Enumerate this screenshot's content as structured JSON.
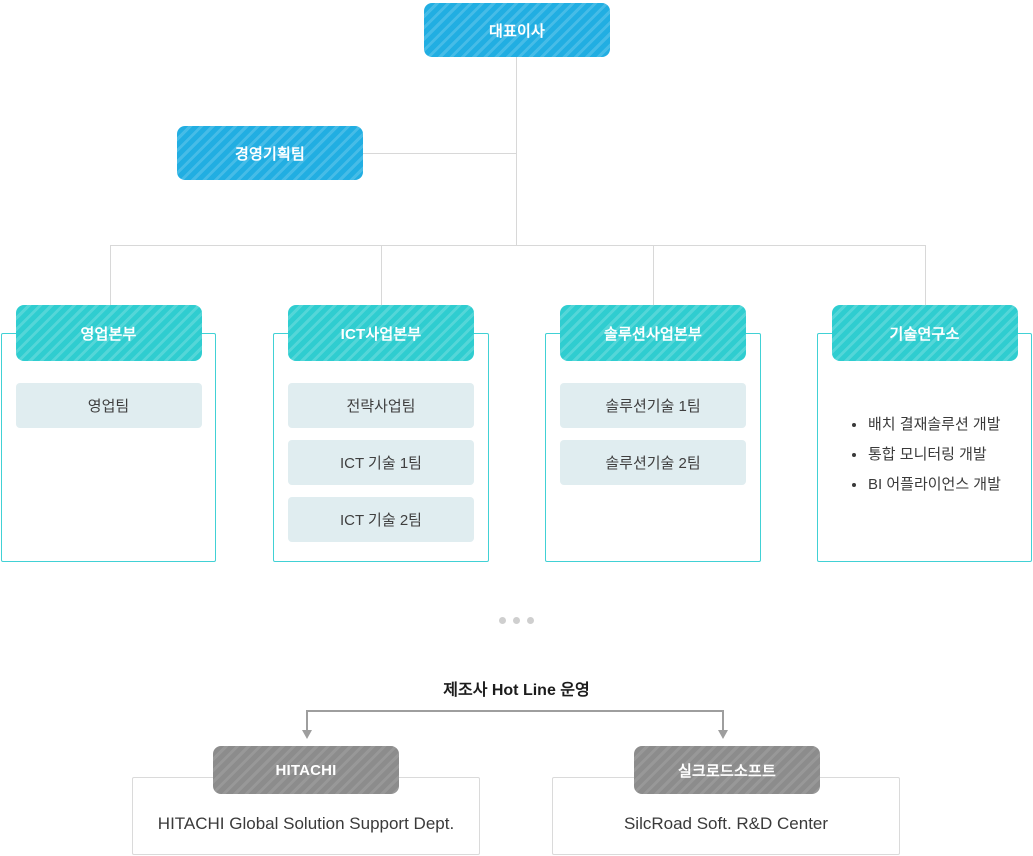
{
  "org": {
    "ceo": "대표이사",
    "staff": "경영기획팀",
    "divisions": [
      {
        "name": "영업본부",
        "teams": [
          "영업팀"
        ]
      },
      {
        "name": "ICT사업본부",
        "teams": [
          "전략사업팀",
          "ICT 기술 1팀",
          "ICT 기술 2팀"
        ]
      },
      {
        "name": "솔루션사업본부",
        "teams": [
          "솔루션기술 1팀",
          "솔루션기술 2팀"
        ]
      },
      {
        "name": "기술연구소",
        "bullets": [
          "배치 결재솔루션 개발",
          "통합 모니터링 개발",
          "BI 어플라이언스 개발"
        ]
      }
    ]
  },
  "partners": {
    "label": "제조사  Hot Line 운영",
    "items": [
      {
        "name": "HITACHI",
        "dept": "HITACHI Global Solution Support Dept."
      },
      {
        "name": "실크로드소프트",
        "dept": "SilcRoad Soft. R&D Center"
      }
    ]
  },
  "colors": {
    "accent_blue": "#21aee2",
    "accent_teal": "#2fcdd0",
    "teal_border": "#41d1d5",
    "team_bg": "#e0edf0",
    "partner_gray": "#8c8c8c",
    "connector": "#d8d8d8",
    "bracket_gray": "#9e9e9e"
  }
}
